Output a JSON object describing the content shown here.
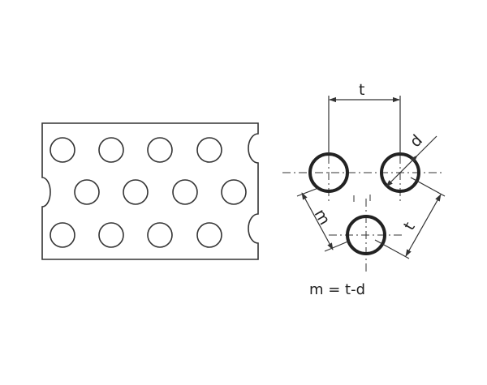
{
  "labels": {
    "pitch": "t",
    "diameter": "d",
    "gap": "m",
    "formula": "m = t-d"
  },
  "colors": {
    "stroke": "#333333",
    "background": "#ffffff"
  }
}
